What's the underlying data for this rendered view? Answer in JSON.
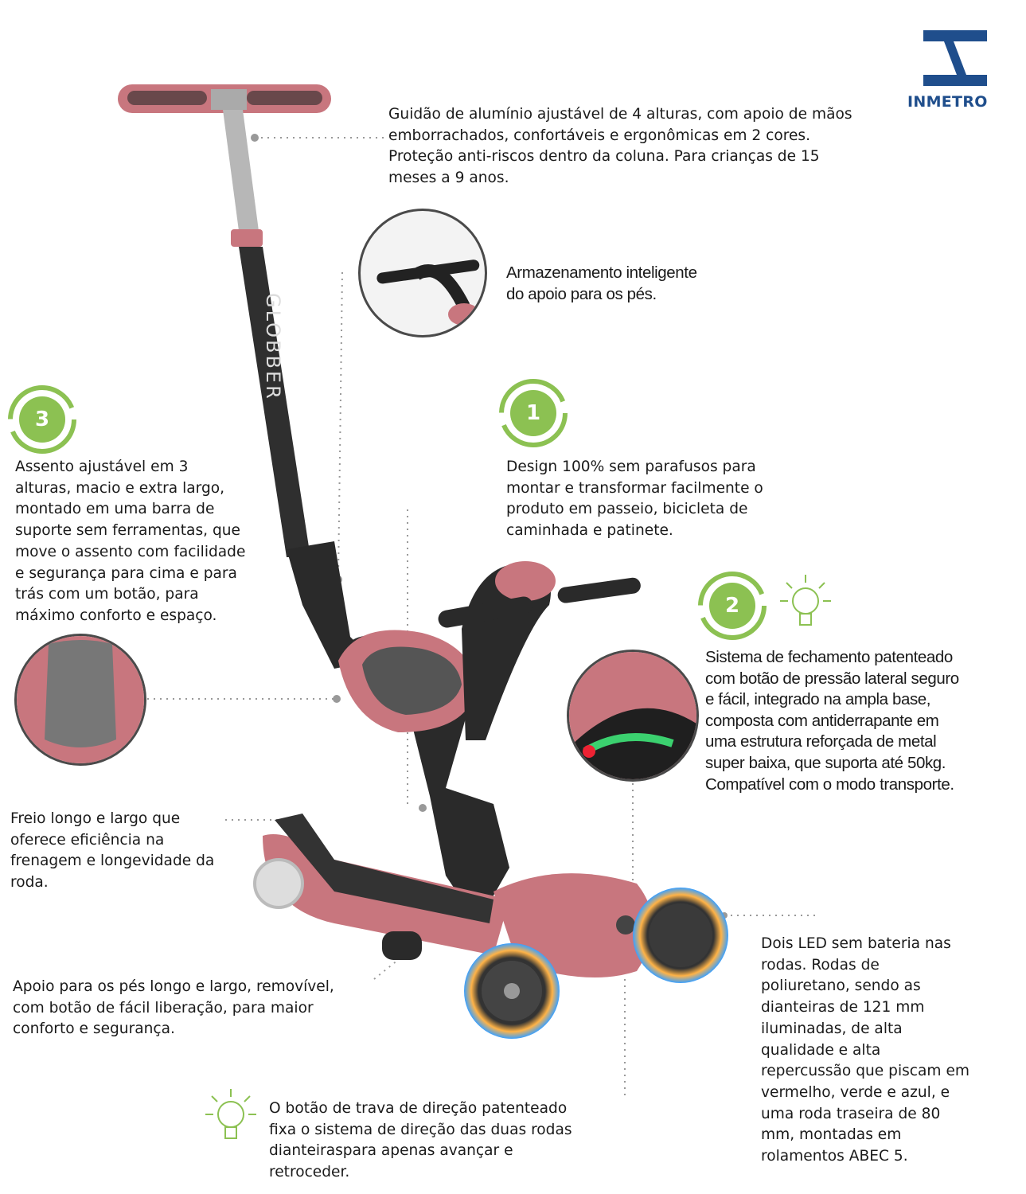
{
  "logo": {
    "text": "INMETRO",
    "color": "#1f4e8c"
  },
  "brand_on_pole": "GLOBBER",
  "colors": {
    "accent_green": "#8cc152",
    "product_pink": "#c8767e",
    "frame_black": "#2a2a2a"
  },
  "badges": [
    {
      "number": "1",
      "icon": "refresh-circle-icon"
    },
    {
      "number": "2",
      "icon": "refresh-circle-icon"
    },
    {
      "number": "3",
      "icon": "refresh-circle-icon"
    }
  ],
  "features": {
    "handlebar": {
      "lines": [
        "Guidão de alumínio ajustável de 4 alturas, com apoio de mãos",
        "emborrachados, confortáveis e ergonômicas em 2 cores.",
        "Proteção anti-riscos dentro da coluna. Para crianças de 15",
        "meses a 9 anos."
      ]
    },
    "storage": {
      "lines": [
        "Armazenamento inteligente",
        "do apoio para os pés."
      ]
    },
    "design": {
      "lines": [
        "Design 100% sem parafusos para",
        "montar e transformar facilmente o",
        "produto em passeio, bicicleta de",
        "caminhada e patinete."
      ]
    },
    "seat": {
      "lines": [
        "Assento ajustável em 3",
        "alturas, macio e extra largo,",
        "montado em uma barra de",
        "suporte sem ferramentas, que",
        "move o assento com facilidade",
        "e segurança para cima e para",
        "trás com um botão, para",
        "máximo conforto e espaço."
      ]
    },
    "locking": {
      "lines": [
        "Sistema de fechamento patenteado",
        "com botão de pressão lateral seguro",
        "e fácil, integrado na ampla base,",
        "composta com antiderrapante em",
        "uma estrutura reforçada de metal",
        "super baixa, que suporta até 50kg.",
        "Compatível com o modo transporte."
      ]
    },
    "brake": {
      "lines": [
        "Freio longo e largo que",
        "oferece eficiência na",
        "frenagem e longevidade da",
        "roda."
      ]
    },
    "footrest": {
      "lines": [
        "Apoio para os pés longo e largo, removível,",
        "com botão de fácil liberação, para maior",
        "conforto e segurança."
      ]
    },
    "wheels": {
      "lines": [
        "Dois LED sem bateria nas",
        "rodas. Rodas de",
        "poliuretano, sendo as",
        "dianteiras de 121 mm",
        "iluminadas, de alta",
        "qualidade e alta",
        "repercussão que piscam em",
        "vermelho, verde e azul, e",
        "uma roda traseira de 80",
        "mm, montadas em",
        "rolamentos ABEC 5."
      ]
    },
    "steering_lock": {
      "lines": [
        "O botão de trava de direção patenteado",
        "fixa o sistema de direção das duas rodas",
        "dianteiraspara apenas avançar e",
        "retroceder."
      ]
    }
  }
}
